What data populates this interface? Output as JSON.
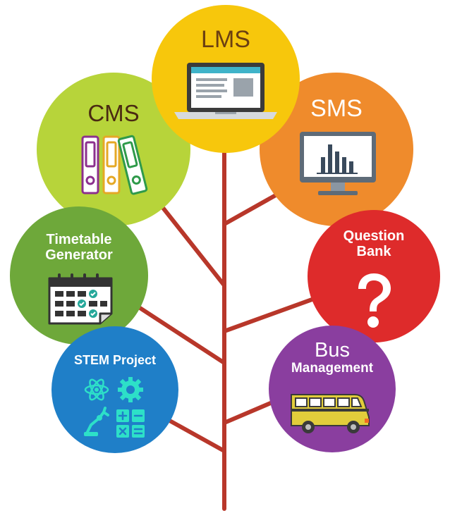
{
  "nodes": {
    "lms": {
      "label": "LMS",
      "color": "#f7c70c",
      "text_color": "#6b3f12",
      "icon": "laptop-icon"
    },
    "cms": {
      "label": "CMS",
      "color": "#b7d43a",
      "text_color": "#4a2a12",
      "icon": "binders-icon"
    },
    "sms": {
      "label": "SMS",
      "color": "#ef8b2c",
      "text_color": "#ffffff",
      "icon": "monitor-chart-icon"
    },
    "timetable": {
      "label_line1": "Timetable",
      "label_line2": "Generator",
      "color": "#6ea83a",
      "text_color": "#ffffff",
      "icon": "calendar-icon"
    },
    "question": {
      "label_line1": "Question",
      "label_line2": "Bank",
      "color": "#de2b2b",
      "text_color": "#ffffff",
      "icon": "question-mark-icon"
    },
    "stem": {
      "label": "STEM Project",
      "color": "#1f7fc8",
      "text_color": "#ffffff",
      "icon": "stem-tools-icon"
    },
    "bus": {
      "label_line1": "Bus",
      "label_line2": "Management",
      "color": "#8a3e9f",
      "text_color": "#ffffff",
      "icon": "bus-icon"
    }
  },
  "branch_color": "#b8372a"
}
